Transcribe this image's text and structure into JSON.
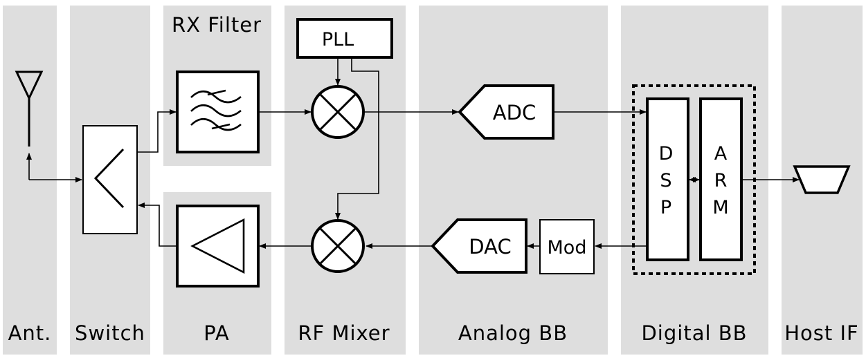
{
  "columns": {
    "ant": "Ant.",
    "switch": "Switch",
    "pa": "PA",
    "rf_mixer": "RF Mixer",
    "analog_bb": "Analog BB",
    "digital_bb": "Digital BB",
    "host_if": "Host IF"
  },
  "blocks": {
    "rx_filter": "RX Filter",
    "pll": "PLL",
    "adc": "ADC",
    "dac": "DAC",
    "mod": "Mod",
    "dsp": [
      "D",
      "S",
      "P"
    ],
    "arm": [
      "A",
      "R",
      "M"
    ]
  },
  "colors": {
    "band": "#dedede",
    "stroke": "#000000",
    "background": "#ffffff"
  },
  "icons": {
    "antenna": "antenna-icon",
    "switch": "switch-chevron-icon",
    "filter": "filter-waves-icon",
    "mixer": "mixer-cross-icon",
    "amplifier": "amplifier-triangle-icon",
    "host_interface": "host-interface-trapezoid-icon"
  }
}
